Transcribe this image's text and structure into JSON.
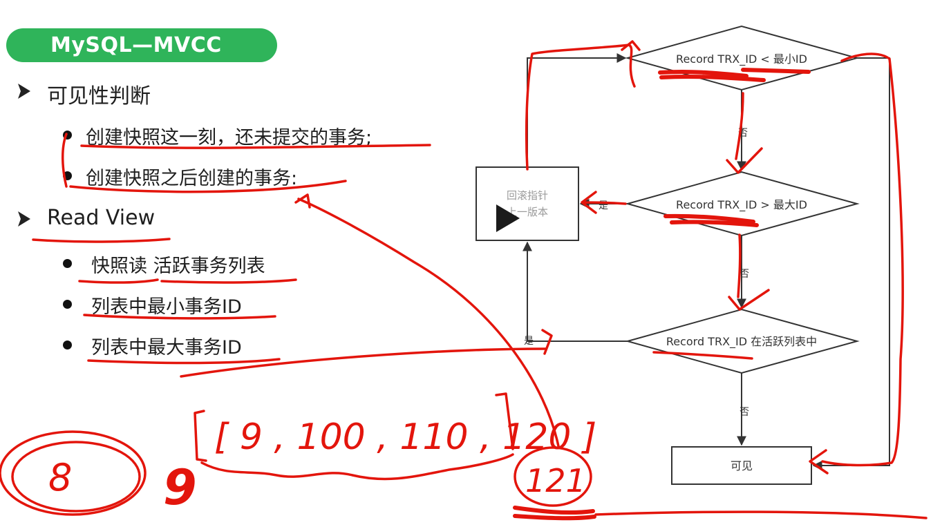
{
  "slide": {
    "title": "MySQL—MVCC",
    "section1": "可见性判断",
    "section1_items": [
      "创建快照这一刻，还未提交的事务;",
      "创建快照之后创建的事务:"
    ],
    "section2": "Read View",
    "section2_items": [
      "快照读 活跃事务列表",
      "列表中最小事务ID",
      "列表中最大事务ID"
    ]
  },
  "flowchart": {
    "d1": "Record TRX_ID < 最小ID",
    "d2": "Record TRX_ID > 最大ID",
    "d3": "Record TRX_ID 在活跃列表中",
    "no": "否",
    "yes": "是",
    "rollback_line1": "回滚指针",
    "rollback_line2": "上一版本",
    "visible": "可见"
  },
  "handwriting": {
    "list": "[ 9 , 100 , 110 , 120 ]",
    "n8": "8",
    "n9": "9",
    "n121": "121"
  },
  "colors": {
    "accent": "#2fb45a",
    "ink": "#e3150c"
  }
}
